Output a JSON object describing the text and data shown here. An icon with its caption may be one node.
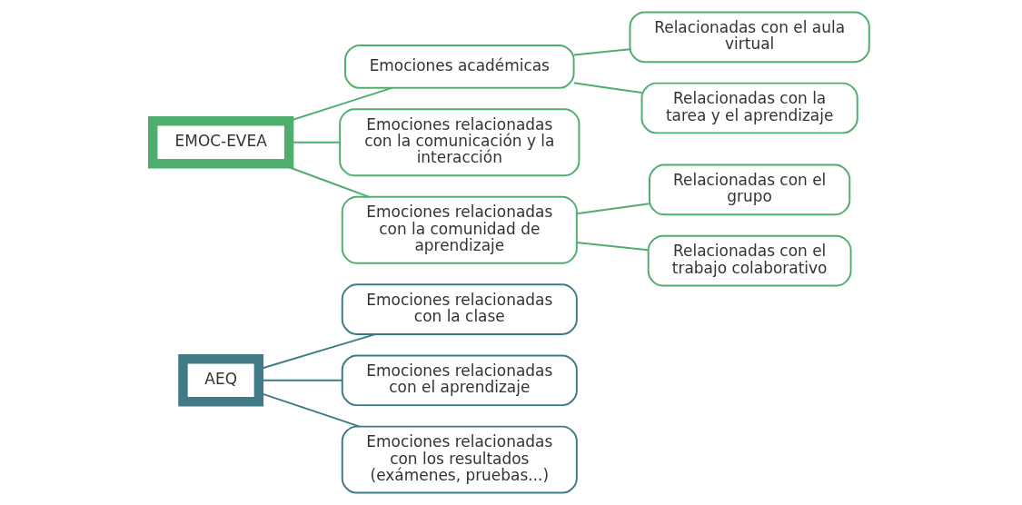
{
  "diagram": {
    "nodes": [
      {
        "text": [
          "AEQ"
        ]
      },
      {
        "text": [
          "Emociones relacionadas con la clase"
        ]
      },
      {
        "text": [
          "Emociones relacionadas con el aprendizaje"
        ]
      },
      {
        "text": [
          "Emociones relacionadas con los resultados (exámenes, pruebas...)"
        ]
      },
      {
        "text": [
          "EMOC-EVEA"
        ]
      },
      {
        "text": [
          "Emociones académicas"
        ]
      },
      {
        "text": [
          "Relacionadas con el aula virtual"
        ]
      },
      {
        "text": [
          "Relacionadas con la tarea y el aprendizaje"
        ]
      },
      {
        "text": [
          "Emociones relacionadas con la comunicación y la interacción"
        ]
      },
      {
        "text": [
          "Emociones relacionadas con la comunidad de aprendizaje"
        ]
      },
      {
        "text": [
          "Relacionadas con el grupo"
        ]
      },
      {
        "text": [
          "Relacionadas con el trabajo colaborativo"
        ]
      }
    ],
    "edges": [
      {
        "from": 0,
        "to": 1,
        "arrow": "none",
        "color": "#3f7a86"
      },
      {
        "from": 0,
        "to": 2,
        "arrow": "none",
        "color": "#3f7a86"
      },
      {
        "from": 0,
        "to": 3,
        "arrow": "none",
        "color": "#3f7a86"
      },
      {
        "from": 4,
        "to": 5,
        "arrow": "none"
      },
      {
        "from": 4,
        "to": 8,
        "arrow": "none"
      },
      {
        "from": 4,
        "to": 9,
        "arrow": "none"
      },
      {
        "from": 5,
        "to": 6,
        "arrow": "none"
      },
      {
        "from": 5,
        "to": 7,
        "arrow": "none"
      },
      {
        "from": 9,
        "to": 10,
        "arrow": "none"
      },
      {
        "from": 9,
        "to": 11,
        "arrow": "none"
      }
    ]
  }
}
